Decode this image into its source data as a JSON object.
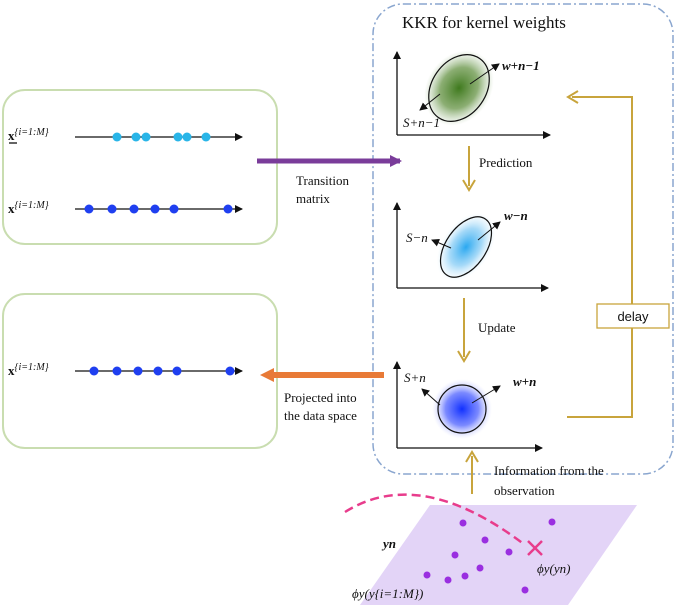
{
  "kkr_title": "KKR for kernel weights",
  "left_top": {
    "row1_label": "x{i=1:M}",
    "row2_label": "x{i=1:M}"
  },
  "left_bottom": {
    "row_label": "x{i=1:M}"
  },
  "plots": {
    "top": {
      "S_label": "S+n−1",
      "w_label": "w+n−1"
    },
    "middle": {
      "S_label": "S−n",
      "w_label": "w−n"
    },
    "bottom": {
      "S_label": "S+n",
      "w_label": "w+n"
    }
  },
  "arrows": {
    "transition_line1": "Transition",
    "transition_line2": "matrix",
    "prediction": "Prediction",
    "update": "Update",
    "projected_line1": "Projected  into",
    "projected_line2": "the data space",
    "info_line1": "Information  from the",
    "info_line2": "observation",
    "delay": "delay"
  },
  "observation": {
    "y_label": "yn",
    "phi_label": "ϕy(yn)",
    "phi_all_label": "ϕy(y{i=1:M})"
  },
  "colors": {
    "green_panel": "#c9ddb0",
    "blue_dashed": "#8aa6cf",
    "purple_arrow": "#7a3c9a",
    "orange_arrow": "#e87a37",
    "gold_arrow": "#c8a43c",
    "light_blue_dot": "#29b5e8",
    "blue_dot": "#1f3ff0",
    "observation_plane": "#e3d4f7",
    "observation_dot": "#9a2fe0",
    "pink_dashed": "#e83c8c"
  }
}
